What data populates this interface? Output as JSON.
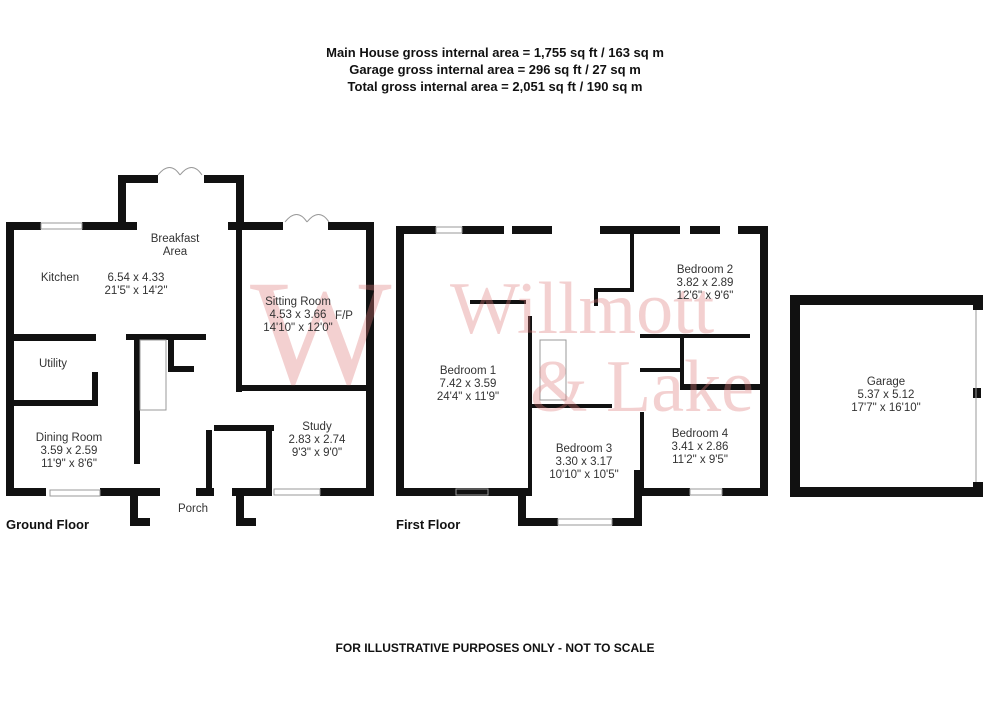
{
  "header": {
    "lines": [
      "Main House gross internal area = 1,755 sq ft / 163 sq m",
      "Garage gross internal area = 296 sq ft / 27 sq m",
      "Total gross internal area = 2,051 sq ft / 190 sq m"
    ]
  },
  "floors": {
    "ground": "Ground Floor",
    "first": "First Floor"
  },
  "rooms": {
    "breakfast": {
      "name": "Breakfast\nArea"
    },
    "kitchen": {
      "name": "Kitchen",
      "metric": "6.54 x 4.33",
      "imperial": "21'5\" x 14'2\""
    },
    "sitting": {
      "name": "Sitting Room",
      "metric": "4.53 x 3.66",
      "imperial": "14'10\" x 12'0\"",
      "extra": "F/P"
    },
    "utility": {
      "name": "Utility"
    },
    "dining": {
      "name": "Dining Room",
      "metric": "3.59 x 2.59",
      "imperial": "11'9\" x 8'6\""
    },
    "study": {
      "name": "Study",
      "metric": "2.83 x 2.74",
      "imperial": "9'3\" x 9'0\""
    },
    "porch": {
      "name": "Porch"
    },
    "bed1": {
      "name": "Bedroom 1",
      "metric": "7.42 x 3.59",
      "imperial": "24'4\" x 11'9\""
    },
    "bed2": {
      "name": "Bedroom 2",
      "metric": "3.82 x 2.89",
      "imperial": "12'6\" x 9'6\""
    },
    "bed3": {
      "name": "Bedroom 3",
      "metric": "3.30 x 3.17",
      "imperial": "10'10\" x 10'5\""
    },
    "bed4": {
      "name": "Bedroom 4",
      "metric": "3.41 x 2.86",
      "imperial": "11'2\" x 9'5\""
    },
    "garage": {
      "name": "Garage",
      "metric": "5.37 x 5.12",
      "imperial": "17'7\" x 16'10\""
    }
  },
  "watermark": {
    "line1": "Willmott",
    "line2": "& Lake",
    "monogram": "W"
  },
  "footer": {
    "disclaimer": "FOR ILLUSTRATIVE PURPOSES ONLY - NOT TO SCALE"
  }
}
